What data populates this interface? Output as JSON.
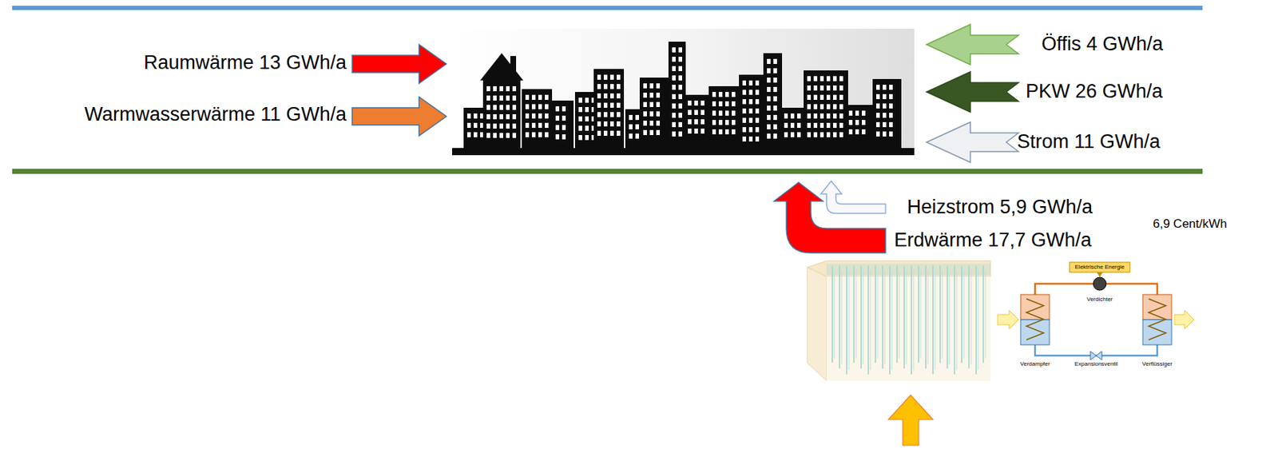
{
  "diagram": {
    "labels": [
      "Raumwärme 13 GWh/a",
      "Warmwasserwärme 11 GWh/a",
      "Öffis 4 GWh/a",
      "PKW 26 GWh/a",
      "Strom 11 GWh/a",
      "Heizstrom 5,9 GWh/a",
      "Erdwärme 17,7 GWh/a",
      "6,9 Cent/kWh",
      "Elektrische Energie",
      "Verdichter",
      "Verdampfer",
      "Verflüssiger",
      "Expansionsventil"
    ]
  }
}
